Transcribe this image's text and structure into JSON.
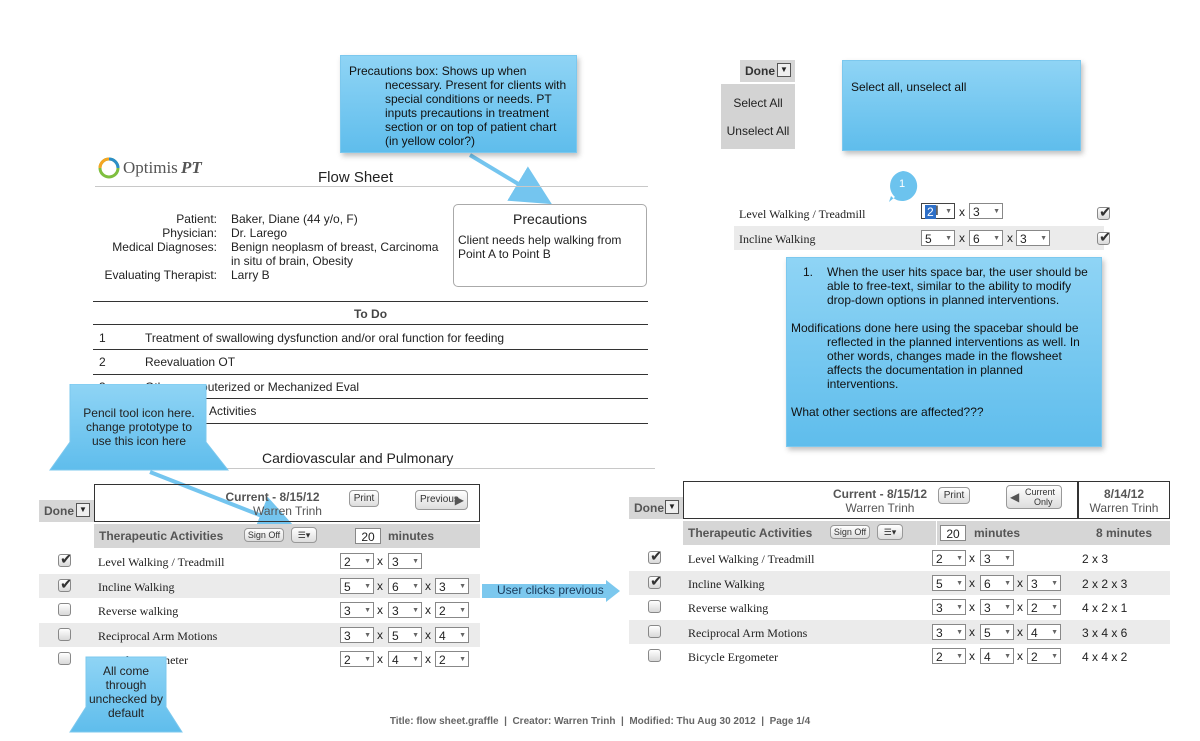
{
  "colors": {
    "note": "#5fbdec",
    "arrow": "#74c5ef",
    "row_shade": "#ebebeb",
    "header_shade": "#d6d6d6"
  },
  "notes": {
    "precautions": [
      "Precautions box: Shows up when",
      "necessary. Present for clients with",
      "special conditions or needs. PT",
      "inputs precautions in treatment",
      "section or on top of patient chart",
      "(in yellow color?)"
    ],
    "select_all": "Select all, unselect all",
    "spacebar": {
      "item_number": "1.",
      "item": "When the user hits space bar, the user should be able to free-text, similar to the ability to modify drop-down options in planned interventions.",
      "mods": "Modifications done here using the spacebar should be reflected in the planned interventions as well. In other words, changes made in the flowsheet affects the documentation in planned interventions.",
      "question": "What other sections are affected???"
    },
    "pencil": "Pencil tool icon here. change prototype to use this icon here",
    "unchecked": "All come through unchecked by default",
    "badge": "1"
  },
  "flow_sheet": {
    "logo_text": "Optimis",
    "logo_suffix": "PT",
    "title": "Flow Sheet",
    "patient_fields": [
      {
        "label": "Patient:",
        "value": "Baker, Diane (44 y/o, F)"
      },
      {
        "label": "Physician:",
        "value": "Dr. Larego"
      },
      {
        "label": "Medical Diagnoses:",
        "value": "Benign neoplasm of breast, Carcinoma"
      },
      {
        "label": "",
        "value": "in situ of brain, Obesity"
      },
      {
        "label": "Evaluating Therapist:",
        "value": "Larry B"
      }
    ],
    "precautions_title": "Precautions",
    "precautions_text": "Client needs help walking from Point A to Point B",
    "todo_title": "To Do",
    "todo": [
      {
        "num": "1",
        "text": "Treatment of swallowing dysfunction and/or oral function for feeding"
      },
      {
        "num": "2",
        "text": "Reevaluation OT"
      },
      {
        "num": "3",
        "text": "Other computerized or Mechanized Eval"
      },
      {
        "num": "",
        "text": "Activities"
      }
    ],
    "section_title": "Cardiovascular and Pulmonary"
  },
  "left_panel": {
    "done": "Done",
    "current": "Current - 8/15/12",
    "therapist": "Warren Trinh",
    "print": "Print",
    "previous": "Previous",
    "activities_header": "Therapeutic Activities",
    "sign_off": "Sign Off",
    "minutes_value": "20",
    "minutes_label": "minutes",
    "rows": [
      {
        "name": "Level Walking / Treadmill",
        "checked": true,
        "v": [
          "2",
          "3"
        ]
      },
      {
        "name": "Incline Walking",
        "checked": true,
        "v": [
          "5",
          "6",
          "3"
        ]
      },
      {
        "name": "Reverse walking",
        "checked": false,
        "v": [
          "3",
          "3",
          "2"
        ]
      },
      {
        "name": "Reciprocal Arm Motions",
        "checked": false,
        "v": [
          "3",
          "5",
          "4"
        ]
      },
      {
        "name": "Bicycle Ergometer",
        "checked": false,
        "v": [
          "2",
          "4",
          "2"
        ]
      }
    ]
  },
  "arrow_label": "User clicks previous",
  "right_panel": {
    "done": "Done",
    "current": "Current - 8/15/12",
    "therapist": "Warren Trinh",
    "print": "Print",
    "current_only": [
      "Current",
      "Only"
    ],
    "prev_date": "8/14/12",
    "prev_therapist": "Warren Trinh",
    "activities_header": "Therapeutic Activities",
    "sign_off": "Sign Off",
    "minutes_value": "20",
    "minutes_label": "minutes",
    "prev_minutes": "8 minutes",
    "rows": [
      {
        "name": "Level Walking / Treadmill",
        "checked": true,
        "v": [
          "2",
          "3"
        ],
        "prev": "2 x 3"
      },
      {
        "name": "Incline Walking",
        "checked": true,
        "v": [
          "5",
          "6",
          "3"
        ],
        "prev": "2 x 2 x 3"
      },
      {
        "name": "Reverse walking",
        "checked": false,
        "v": [
          "3",
          "3",
          "2"
        ],
        "prev": "4 x 2 x 1"
      },
      {
        "name": "Reciprocal Arm Motions",
        "checked": false,
        "v": [
          "3",
          "5",
          "4"
        ],
        "prev": "3 x 4 x 6"
      },
      {
        "name": "Bicycle Ergometer",
        "checked": false,
        "v": [
          "2",
          "4",
          "2"
        ],
        "prev": "4 x 4 x 2"
      }
    ]
  },
  "done_menu": {
    "done": "Done",
    "select_all": "Select All",
    "unselect_all": "Unselect All"
  },
  "zoom_rows": [
    {
      "name": "Level Walking / Treadmill",
      "v": [
        "2",
        "3"
      ]
    },
    {
      "name": "Incline Walking",
      "v": [
        "5",
        "6",
        "3"
      ]
    }
  ],
  "footer": "Title: flow sheet.graffle  |  Creator: Warren Trinh  |  Modified: Thu Aug 30 2012  |  Page 1/4"
}
